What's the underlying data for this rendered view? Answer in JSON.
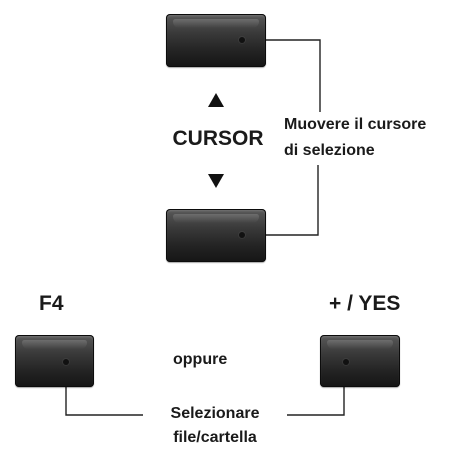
{
  "cursor_group": {
    "label": "CURSOR",
    "up_icon": "triangle-up-icon",
    "down_icon": "triangle-down-icon",
    "callout_line1": "Muovere il cursore",
    "callout_line2": "di selezione"
  },
  "f4_key": {
    "label": "F4"
  },
  "yes_key": {
    "label": "+ / YES"
  },
  "connector": {
    "text": "oppure"
  },
  "select_callout": {
    "line1": "Selezionare",
    "line2": "file/cartella"
  }
}
